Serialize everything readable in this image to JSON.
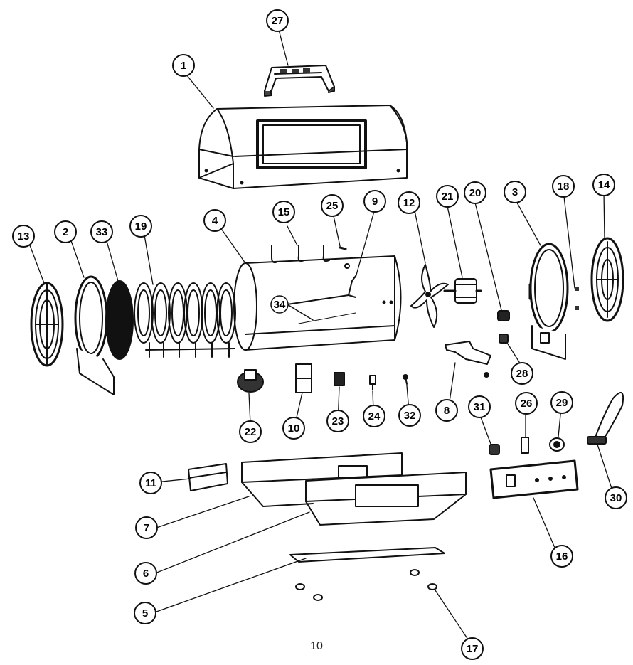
{
  "callouts": {
    "c1": "1",
    "c2": "2",
    "c3": "3",
    "c4": "4",
    "c5": "5",
    "c6": "6",
    "c7": "7",
    "c8": "8",
    "c9": "9",
    "c10": "10",
    "c11": "11",
    "c12": "12",
    "c13": "13",
    "c14": "14",
    "c15": "15",
    "c16": "16",
    "c17": "17",
    "c18": "18",
    "c19": "19",
    "c20": "20",
    "c21": "21",
    "c22": "22",
    "c23": "23",
    "c24": "24",
    "c25": "25",
    "c26": "26",
    "c27": "27",
    "c28": "28",
    "c29": "29",
    "c30": "30",
    "c31": "31",
    "c32": "32",
    "c33": "33",
    "c34": "34"
  },
  "page_number": "10"
}
